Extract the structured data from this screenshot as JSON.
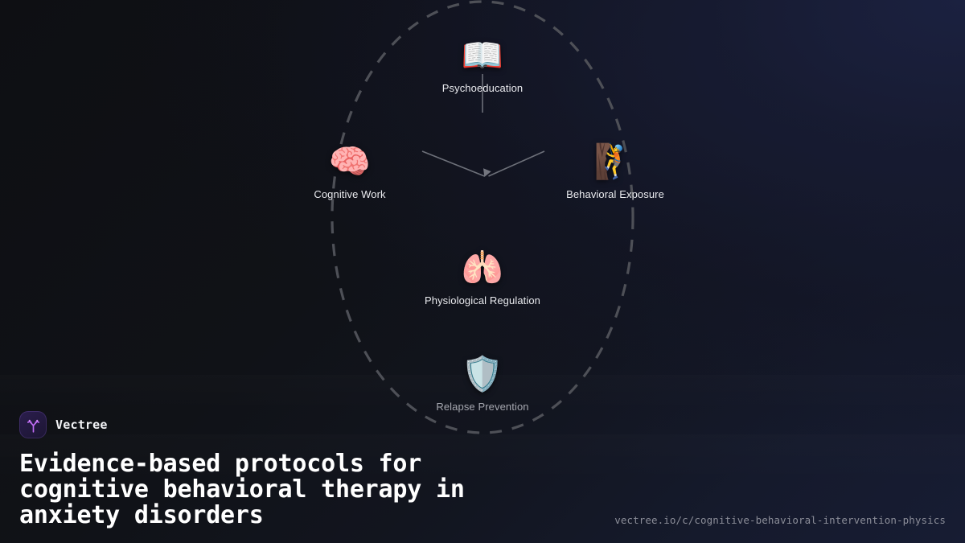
{
  "brand": {
    "name": "Vectree",
    "logo_icon": "vectree-tree-logo-icon",
    "logo_bg": "#241a41",
    "logo_accent": "#c06cf5"
  },
  "headline": "Evidence-based protocols for\ncognitive behavioral therapy in\nanxiety disorders",
  "url": "vectree.io/c/cognitive-behavioral-intervention-physics",
  "canvas": {
    "background_from": "#0e0f13",
    "background_to": "#171c33",
    "edge_color": "#6b6e78",
    "orbit_color": "#54565e"
  },
  "graph": {
    "nodes": [
      {
        "id": "psychoeducation",
        "label": "Psychoeducation",
        "glyph": "📖",
        "icon": "open-book-icon",
        "dim": false
      },
      {
        "id": "cognitive-work",
        "label": "Cognitive Work",
        "glyph": "🧠",
        "icon": "brain-icon",
        "dim": false
      },
      {
        "id": "behavioral-exposure",
        "label": "Behavioral Exposure",
        "glyph": "🧗",
        "icon": "person-climbing-icon",
        "dim": false
      },
      {
        "id": "physiological",
        "label": "Physiological Regulation",
        "glyph": "🫁",
        "icon": "lungs-icon",
        "dim": false
      },
      {
        "id": "relapse-prevention",
        "label": "Relapse Prevention",
        "glyph": "🛡️",
        "icon": "shield-icon",
        "dim": true
      }
    ]
  }
}
